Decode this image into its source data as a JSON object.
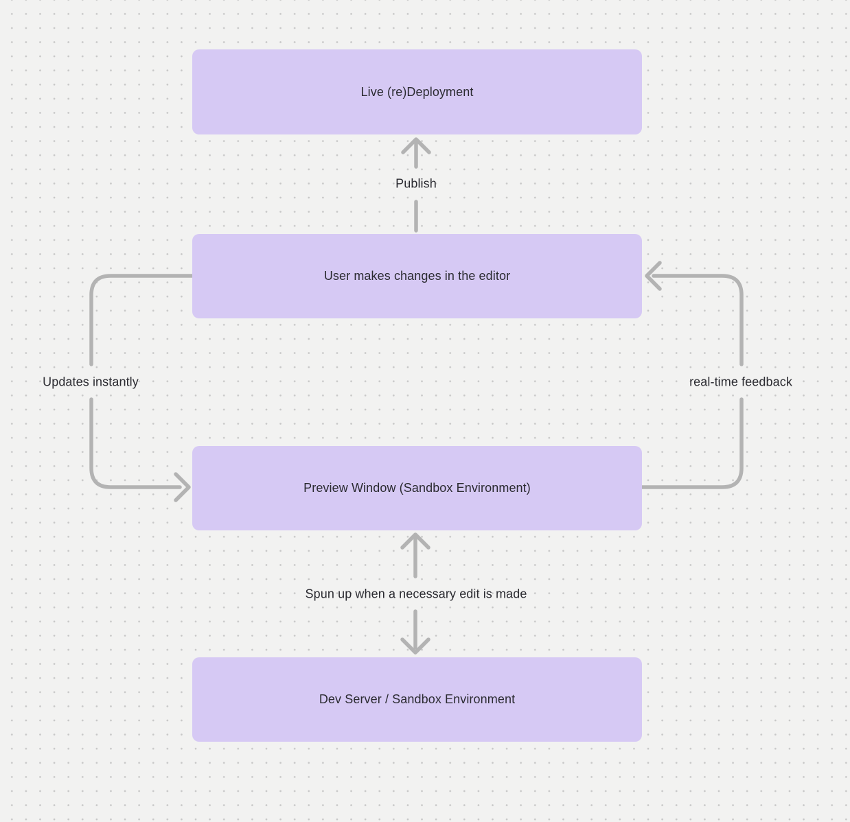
{
  "diagram": {
    "nodes": [
      {
        "id": "live-redeployment",
        "label": "Live (re)Deployment"
      },
      {
        "id": "user-editor",
        "label": "User makes changes in the editor"
      },
      {
        "id": "preview-window",
        "label": "Preview Window (Sandbox Environment)"
      },
      {
        "id": "dev-server",
        "label": "Dev Server / Sandbox Environment"
      }
    ],
    "edges": [
      {
        "label": "Publish",
        "from": "user-editor",
        "to": "live-redeployment",
        "direction": "up",
        "shape": "straight"
      },
      {
        "label": "Updates instantly",
        "from": "user-editor",
        "to": "preview-window",
        "direction": "down",
        "shape": "left-loop"
      },
      {
        "label": "real-time feedback",
        "from": "preview-window",
        "to": "user-editor",
        "direction": "up",
        "shape": "right-loop"
      },
      {
        "label": "Spun up when a necessary edit is made",
        "from": "preview-window",
        "to": "dev-server",
        "direction": "both",
        "shape": "straight"
      }
    ],
    "colors": {
      "canvas_bg": "#f2f2f1",
      "dot": "#c7c7c7",
      "node_fill": "#d6c9f4",
      "text": "#2b2b31",
      "arrow": "#b3b3b3"
    }
  }
}
